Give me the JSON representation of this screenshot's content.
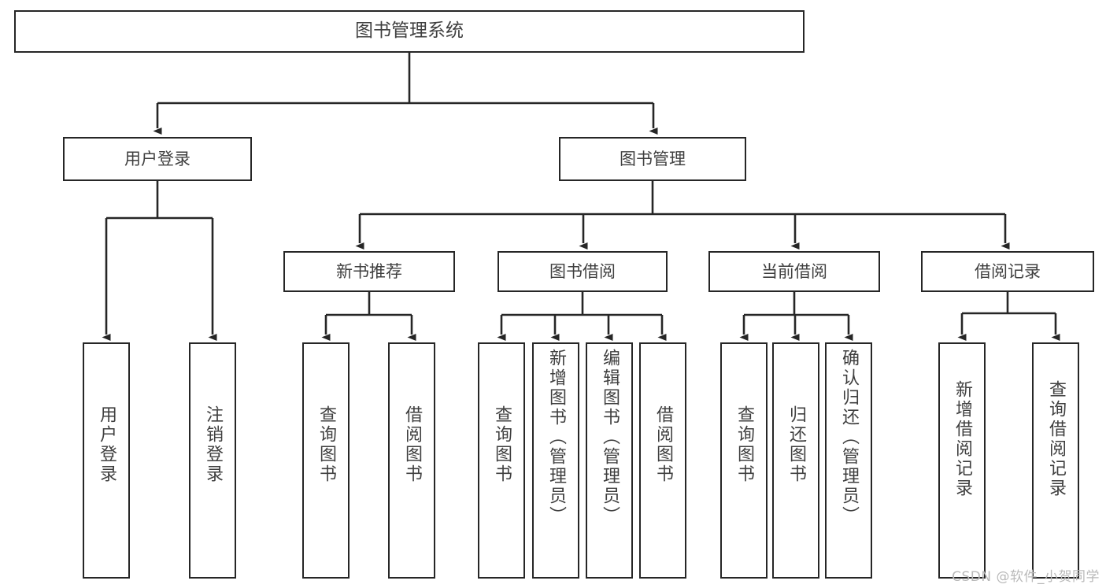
{
  "diagram": {
    "title": "图书管理系统",
    "root": {
      "label": "图书管理系统"
    },
    "level2": [
      {
        "label": "用户登录"
      },
      {
        "label": "图书管理"
      }
    ],
    "level3": [
      {
        "label": "新书推荐"
      },
      {
        "label": "图书借阅"
      },
      {
        "label": "当前借阅"
      },
      {
        "label": "借阅记录"
      }
    ],
    "leaves": {
      "user_login": [
        {
          "label": "用户登录"
        },
        {
          "label": "注销登录"
        }
      ],
      "new_recommend": [
        {
          "label": "查询图书"
        },
        {
          "label": "借阅图书"
        }
      ],
      "book_borrow": [
        {
          "label": "查询图书"
        },
        {
          "label": "新增图书（管理员）"
        },
        {
          "label": "编辑图书（管理员）"
        },
        {
          "label": "借阅图书"
        }
      ],
      "current_borrow": [
        {
          "label": "查询图书"
        },
        {
          "label": "归还图书"
        },
        {
          "label": "确认归还（管理员）"
        }
      ],
      "borrow_records": [
        {
          "label": "新增借阅记录"
        },
        {
          "label": "查询借阅记录"
        }
      ]
    }
  },
  "watermark": {
    "text": "CSDN @软件_小贺同学"
  },
  "colors": {
    "stroke": "#262626",
    "text": "#3f3f3f",
    "background": "#ffffff",
    "watermark": "#b9b9b9"
  }
}
